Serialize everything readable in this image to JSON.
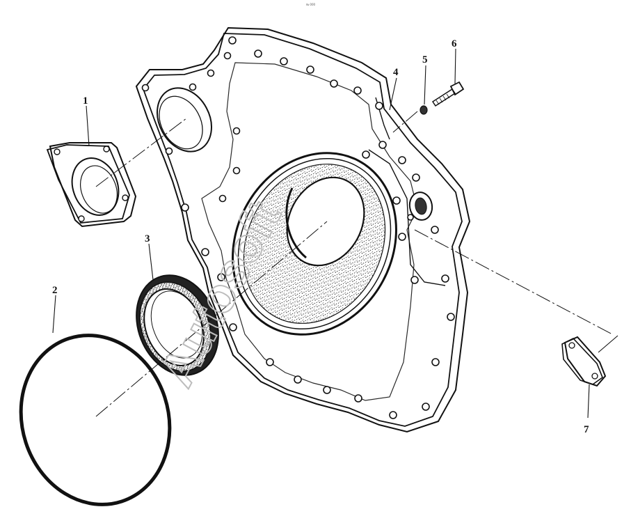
{
  "diagram": {
    "header_mark": "№ 000",
    "watermark": "Autosoft",
    "callouts": [
      {
        "id": "1",
        "label": "1"
      },
      {
        "id": "2",
        "label": "2"
      },
      {
        "id": "3",
        "label": "3"
      },
      {
        "id": "4",
        "label": "4"
      },
      {
        "id": "5",
        "label": "5"
      },
      {
        "id": "6",
        "label": "6"
      },
      {
        "id": "7",
        "label": "7"
      }
    ]
  }
}
